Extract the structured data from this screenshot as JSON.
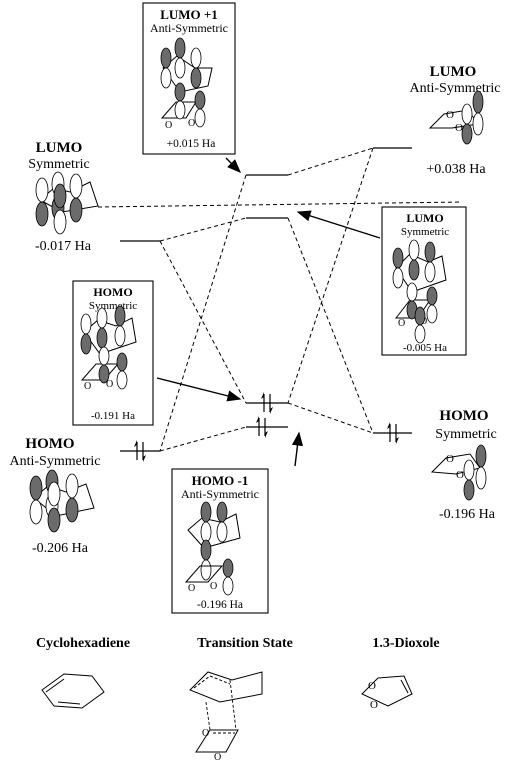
{
  "labels": {
    "ts_lumo1_title": "LUMO +1",
    "ts_lumo1_sym": "Anti-Symmetric",
    "ts_lumo1_energy": "+0.015 Ha",
    "dx_lumo_title": "LUMO",
    "dx_lumo_sym": "Anti-Symmetric",
    "dx_lumo_energy": "+0.038 Ha",
    "ch_lumo_title": "LUMO",
    "ch_lumo_sym": "Symmetric",
    "ch_lumo_energy": "-0.017 Ha",
    "ts_lumo_title": "LUMO",
    "ts_lumo_sym": "Symmetric",
    "ts_lumo_energy": "-0.005 Ha",
    "ts_homo_title": "HOMO",
    "ts_homo_sym": "Symmetric",
    "ts_homo_energy": "-0.191 Ha",
    "ch_homo_title": "HOMO",
    "ch_homo_sym": "Anti-Symmetric",
    "ch_homo_energy": "-0.206 Ha",
    "dx_homo_title": "HOMO",
    "dx_homo_sym": "Symmetric",
    "dx_homo_energy": "-0.196 Ha",
    "ts_homo1_title": "HOMO -1",
    "ts_homo1_sym": "Anti-Symmetric",
    "ts_homo1_energy": "-0.196 Ha",
    "col_cyclohexadiene": "Cyclohexadiene",
    "col_ts": "Transition State",
    "col_dioxole": "1.3-Dioxole",
    "oxygen": "O"
  }
}
